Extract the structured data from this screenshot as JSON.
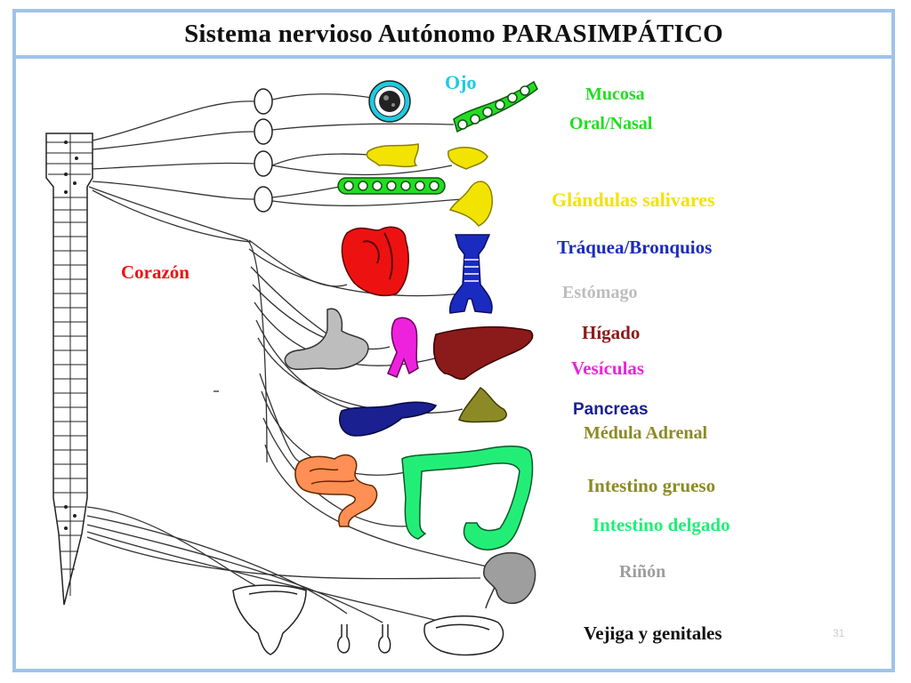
{
  "title": "Sistema nervioso Autónomo PARASIMPÁTICO",
  "labels": {
    "ojo": "Ojo",
    "mucosa_1": "Mucosa",
    "mucosa_2": "Oral/Nasal",
    "glandulas": "Glándulas salivares",
    "traquea": "Tráquea/Bronquios",
    "corazon": "Corazón",
    "estomago": "Estómago",
    "higado": "Hígado",
    "vesiculas": "Vesículas",
    "pancreas": "Pancreas",
    "medula": "Médula  Adrenal",
    "intestino_grueso": "Intestino grueso",
    "intestino_delgado": "Intestino delgado",
    "rinon": "Riñón",
    "vejiga": "Vejiga y genitales"
  },
  "slide_number": "31",
  "colors": {
    "frame": "#9fc3e8",
    "ojo": "#1ecbe1",
    "mucosa": "#22dd22",
    "glandulas": "#f2e400",
    "traquea": "#1a2bbf",
    "corazon": "#ee1111",
    "estomago": "#bdbdbd",
    "higado": "#8b1a1a",
    "vesiculas": "#ee22dd",
    "pancreas": "#1a2090",
    "medula": "#8c8a24",
    "intestino_grueso": "#8c8a24",
    "intestino_delgado": "#22ee77",
    "rinon": "#9e9e9e",
    "vejiga": "#111111"
  }
}
